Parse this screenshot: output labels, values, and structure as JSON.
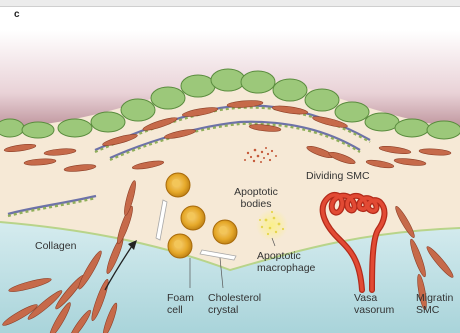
{
  "panel_letter": "c",
  "labels": {
    "apoptotic_bodies": [
      "Apoptotic",
      "bodies"
    ],
    "dividing_smc": "Dividing SMC",
    "collagen": "Collagen",
    "apoptotic_macrophage": [
      "Apoptotic",
      "macrophage"
    ],
    "foam_cell": [
      "Foam",
      "cell"
    ],
    "cholesterol_crystal": [
      "Cholesterol",
      "crystal"
    ],
    "vasa_vasorum": [
      "Vasa",
      "vasorum"
    ],
    "migrating_smc": [
      "Migratin",
      "SMC"
    ]
  },
  "colors": {
    "lumen_top": "#ffffff",
    "lumen_bottom": "#8a4a56",
    "intima": "#f6e9d6",
    "media": "#bfe0e4",
    "endothelium": "#9cc87a",
    "smc": "#c66a4a",
    "foam_cell": "#e2a72a",
    "vessel": "#d83a2a"
  }
}
